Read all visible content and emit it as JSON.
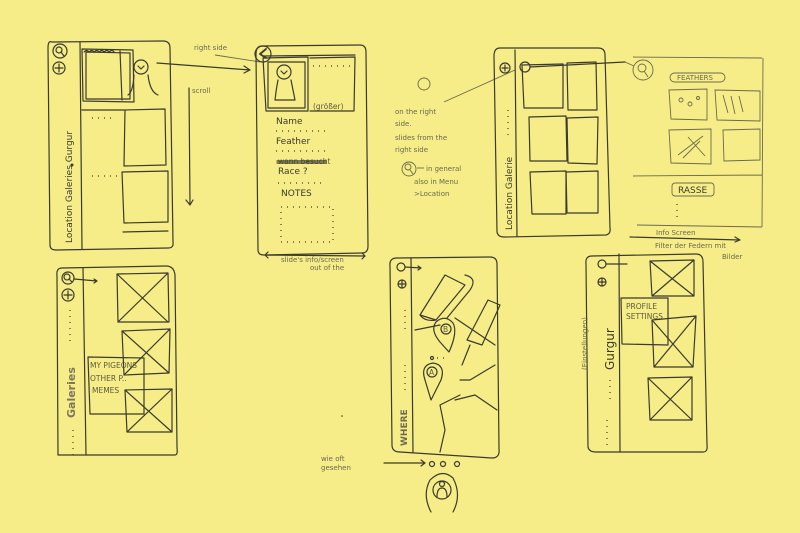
{
  "background_color": "#f6ed88",
  "ink_color": "#3b3a2e",
  "sketch1": {
    "sidebar_labels": "Location  Galeries  Gurgur",
    "icons": [
      "search-icon",
      "plus-icon",
      "avatar-icon"
    ],
    "annotation_right_side": "right side",
    "annotation_scroll": "scroll"
  },
  "sketch2": {
    "back_icon": "chevron-left-icon",
    "photo_caption": "(größer)",
    "fields": [
      "Name",
      "Feather",
      "Race ?",
      "NOTES"
    ],
    "struck_text": "wann besucht",
    "footer_note_1": "slide's info/screen",
    "footer_note_2": "out of the"
  },
  "notes": {
    "line1": "on the right",
    "line2": "side.",
    "line3": "slides from the",
    "line4": "right side",
    "line5": "in general",
    "line6": "also in Menu",
    "line7": ">Location"
  },
  "sketch3": {
    "sidebar_labels": "Location  Galerie"
  },
  "sketch4": {
    "features_pill": "FEATHERS",
    "race_pill": "RASSE",
    "caption1": "Info Screen",
    "caption2": "Filter der Federn mit",
    "caption3": "Bilder"
  },
  "sketch5": {
    "sidebar_label": "Galeries",
    "menu_items": [
      "MY PIGEONS",
      "OTHER P..",
      "MEMES"
    ]
  },
  "sketch6": {
    "sidebar_label": "WHERE",
    "pin_a": "A",
    "pin_b": "B",
    "note1": "wie oft",
    "note2": "gesehen"
  },
  "sketch7": {
    "sidebar_label": "Gurgur",
    "side_note": "(Einstellungen)",
    "menu_line1": "PROFILE",
    "menu_line2": "SETTINGS"
  }
}
